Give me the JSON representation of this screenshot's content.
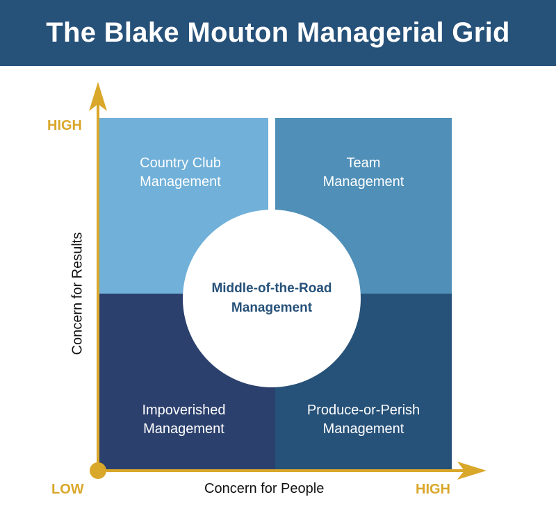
{
  "title": "The Blake Mouton Managerial Grid",
  "quadrants": {
    "country_club": [
      "Country Club",
      "Management"
    ],
    "team": [
      "Team",
      "Management"
    ],
    "impoverished": [
      "Impoverished",
      "Management"
    ],
    "produce_or_perish": [
      "Produce-or-Perish",
      "Management"
    ]
  },
  "center": [
    "Middle-of-the-Road",
    "Management"
  ],
  "axes": {
    "y_title": "Concern for Results",
    "x_title": "Concern for People",
    "y_high": "HIGH",
    "x_high": "HIGH",
    "origin": "LOW"
  },
  "colors": {
    "header": "#265179",
    "axis": "#d9a72a",
    "tl": "#70b0d9",
    "tr": "#4f8fb8",
    "bl": "#2c406d",
    "br": "#265178"
  }
}
